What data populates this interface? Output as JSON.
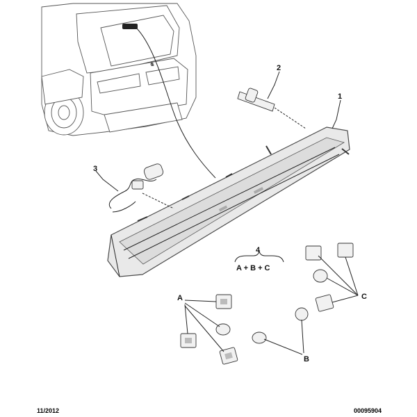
{
  "diagram": {
    "callouts": {
      "lamp": "1",
      "bulb_holder": "2",
      "harness": "3",
      "kit": "4",
      "kit_formula": "A + B + C",
      "group_a": "A",
      "group_b": "B",
      "group_c": "C"
    },
    "footer": {
      "date": "11/2012",
      "reference": "00095904"
    }
  }
}
